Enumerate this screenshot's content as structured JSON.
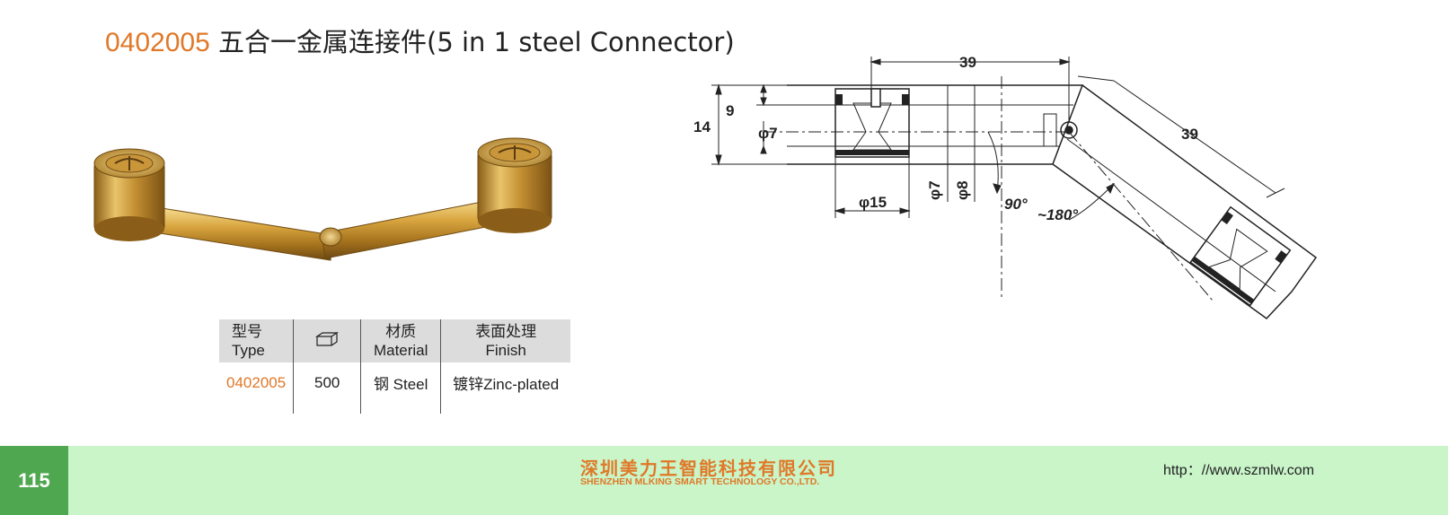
{
  "header": {
    "code": "0402005",
    "name": "五合一金属连接件(5 in 1 steel Connector)"
  },
  "drawing": {
    "dims": {
      "length_top": "39",
      "length_diag": "39",
      "height_total": "14",
      "height_upper": "9",
      "phi7_left": "φ7",
      "phi15": "φ15",
      "phi7_vert": "φ7",
      "phi8_vert": "φ8",
      "angle_min": "90°",
      "angle_range": "~180°"
    }
  },
  "table": {
    "headers": {
      "type_cn": "型号",
      "type_en": "Type",
      "material_cn": "材质",
      "material_en": "Material",
      "finish_cn": "表面处理",
      "finish_en": "Finish"
    },
    "row": {
      "type": "0402005",
      "qty": "500",
      "material": "钢 Steel",
      "finish": "镀锌Zinc-plated"
    }
  },
  "footer": {
    "page_number": "115",
    "company_cn": "深圳美力王智能科技有限公司",
    "company_en": "SHENZHEN MLKING SMART TECHNOLOGY CO.,LTD.",
    "url": "http：//www.szmlw.com"
  },
  "colors": {
    "accent": "#e07828",
    "footer_bg": "#c9f5c9",
    "page_num_bg": "#4fa84f"
  }
}
